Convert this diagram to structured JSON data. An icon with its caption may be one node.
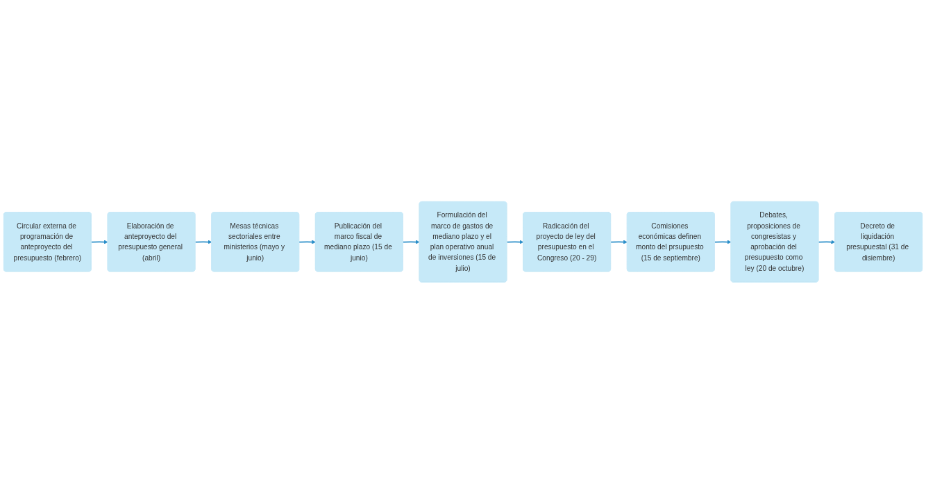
{
  "diagram": {
    "nodes": [
      {
        "text": [
          "Circular externa de programación de anteproyecto del presupuesto (febrero)"
        ]
      },
      {
        "text": [
          "Elaboración de anteproyecto del presupuesto general (abril)"
        ]
      },
      {
        "text": [
          "Mesas técnicas sectoriales entre ministerios (mayo y junio)"
        ]
      },
      {
        "text": [
          "Publicación del marco fiscal de mediano plazo (15 de junio)"
        ]
      },
      {
        "text": [
          "Formulación del marco de gastos de mediano plazo y el plan operativo anual de inversiones (15 de julio)"
        ]
      },
      {
        "text": [
          "Radicación del proyecto de ley del presupuesto en el Congreso (20 - 29)"
        ]
      },
      {
        "text": [
          "Comisiones económicas definen monto del prsupuesto (15 de septiembre)"
        ]
      },
      {
        "text": [
          "Debates, proposiciones de congresistas y aprobación del presupuesto como ley (20 de octubre)"
        ]
      },
      {
        "text": [
          "Decreto de liquidación presupuestal (31 de disiembre)"
        ]
      }
    ],
    "edges": [
      {
        "from": 0,
        "to": 1,
        "arrow": "to"
      },
      {
        "from": 1,
        "to": 2,
        "arrow": "to"
      },
      {
        "from": 2,
        "to": 3,
        "arrow": "to"
      },
      {
        "from": 3,
        "to": 4,
        "arrow": "to"
      },
      {
        "from": 4,
        "to": 5,
        "arrow": "to"
      },
      {
        "from": 5,
        "to": 6,
        "arrow": "to"
      },
      {
        "from": 6,
        "to": 7,
        "arrow": "to"
      },
      {
        "from": 7,
        "to": 8,
        "arrow": "to"
      }
    ]
  }
}
